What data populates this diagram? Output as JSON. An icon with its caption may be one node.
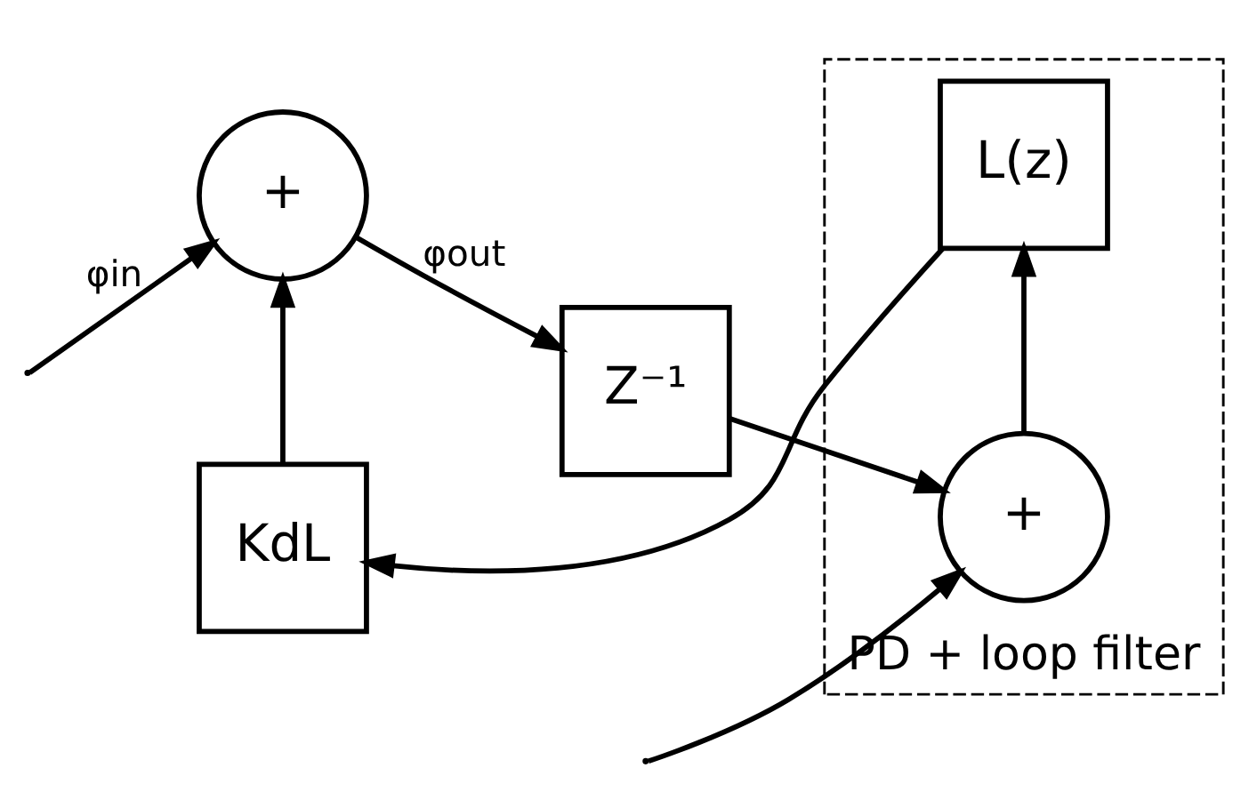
{
  "diagram": {
    "nodes": [
      {
        "text": [
          "PD + loop filter"
        ]
      },
      {
        "text": [
          "+"
        ]
      },
      {
        "text": [
          "Z⁻¹"
        ]
      },
      {
        "text": [
          "+"
        ],
        "in": 0
      },
      {
        "text": [
          "L(z)"
        ],
        "in": 0
      },
      {
        "text": [
          "KdL"
        ]
      }
    ],
    "edges": [
      {
        "from": null,
        "to": 1,
        "arrow": "to",
        "label": "φin"
      },
      {
        "from": null,
        "to": 3,
        "arrow": "to"
      },
      {
        "from": 1,
        "to": 2,
        "arrow": "to",
        "label": "φout"
      },
      {
        "from": 2,
        "to": 3,
        "arrow": "to"
      },
      {
        "from": 3,
        "to": 4,
        "arrow": "to"
      },
      {
        "from": 4,
        "to": 5,
        "arrow": "to"
      },
      {
        "from": 5,
        "to": 1,
        "arrow": "to"
      }
    ]
  }
}
